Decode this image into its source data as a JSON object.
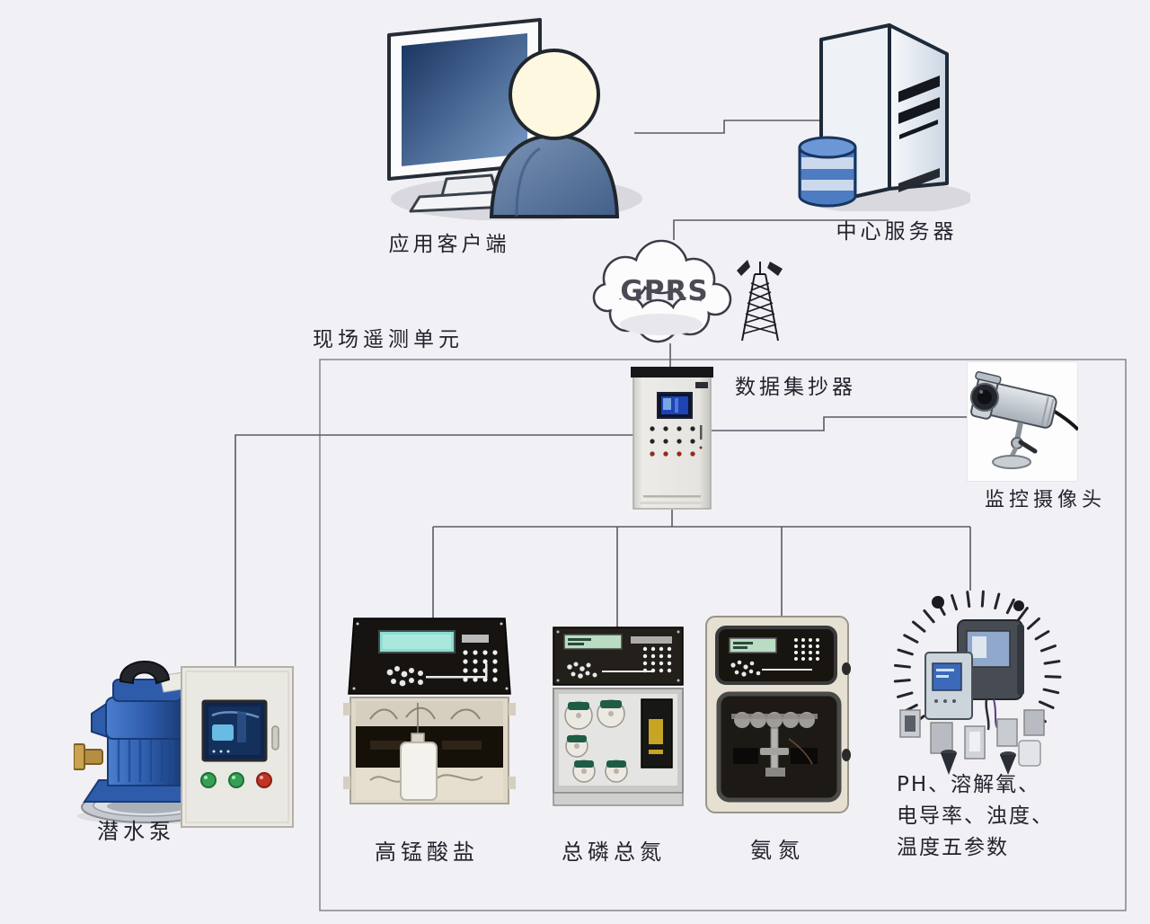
{
  "colors": {
    "background": "#f1f0f4",
    "connector": "#5a5a68",
    "label": "#23232e",
    "database_blue": "#4d7cc2",
    "pump_blue": "#2e5cab",
    "lcd_teal": "#8fdcd2",
    "indicator_green": "#35a054",
    "indicator_red": "#c23324"
  },
  "nodes": {
    "client": {
      "label": "应用客户端"
    },
    "server": {
      "label": "中心服务器"
    },
    "network": {
      "label": "GPRS"
    },
    "field_unit": {
      "label": "现场遥测单元"
    },
    "collector": {
      "label": "数据集抄器"
    },
    "camera": {
      "label": "监控摄像头"
    },
    "pump": {
      "label": "潜水泵"
    },
    "analyzers": {
      "permanganate": {
        "label": "高锰酸盐"
      },
      "total_phosphorus_nitrogen": {
        "label": "总磷总氮"
      },
      "ammonia_nitrogen": {
        "label": "氨氮"
      },
      "five_parameter": {
        "label_line1": "PH、溶解氧、",
        "label_line2": "电导率、浊度、",
        "label_line3": "温度五参数"
      }
    }
  }
}
